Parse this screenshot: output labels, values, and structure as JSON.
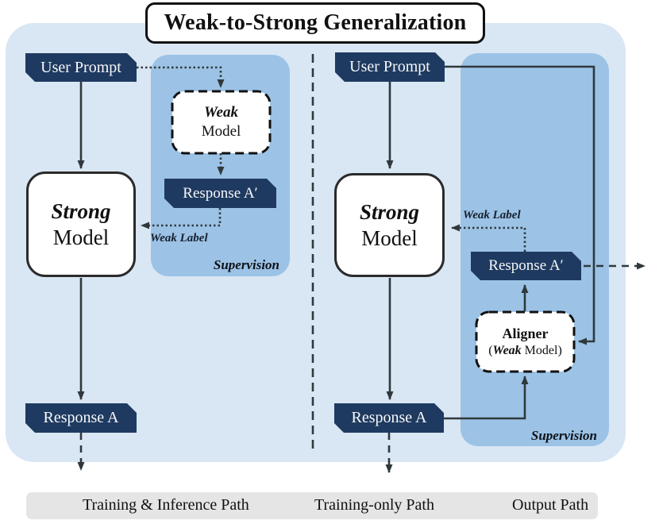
{
  "title": "Weak-to-Strong Generalization",
  "colors": {
    "panel_bg": "#d9e6f4",
    "supervision_bg": "#9cc3e6",
    "navy_box": "#1f3a60",
    "arrow": "#30383c",
    "legend_bg": "#e5e5e5"
  },
  "left_panel": {
    "user_prompt": "User Prompt",
    "strong_model": {
      "line1": "Strong",
      "line2": "Model"
    },
    "weak_model": {
      "line1": "Weak",
      "line2": "Model"
    },
    "response_a_prime": "Response A′",
    "response_a": "Response A",
    "weak_label": "Weak Label",
    "supervision_label": "Supervision"
  },
  "right_panel": {
    "user_prompt": "User Prompt",
    "strong_model": {
      "line1": "Strong",
      "line2": "Model"
    },
    "aligner": {
      "line1": "Aligner",
      "line2_open": "(",
      "line2_weak": "Weak",
      "line2_rest": " Model)"
    },
    "response_a_prime": "Response A′",
    "response_a": "Response A",
    "weak_label": "Weak Label",
    "supervision_label": "Supervision"
  },
  "legend": {
    "training_inference": "Training & Inference Path",
    "training_only": "Training-only Path",
    "output": "Output Path"
  }
}
